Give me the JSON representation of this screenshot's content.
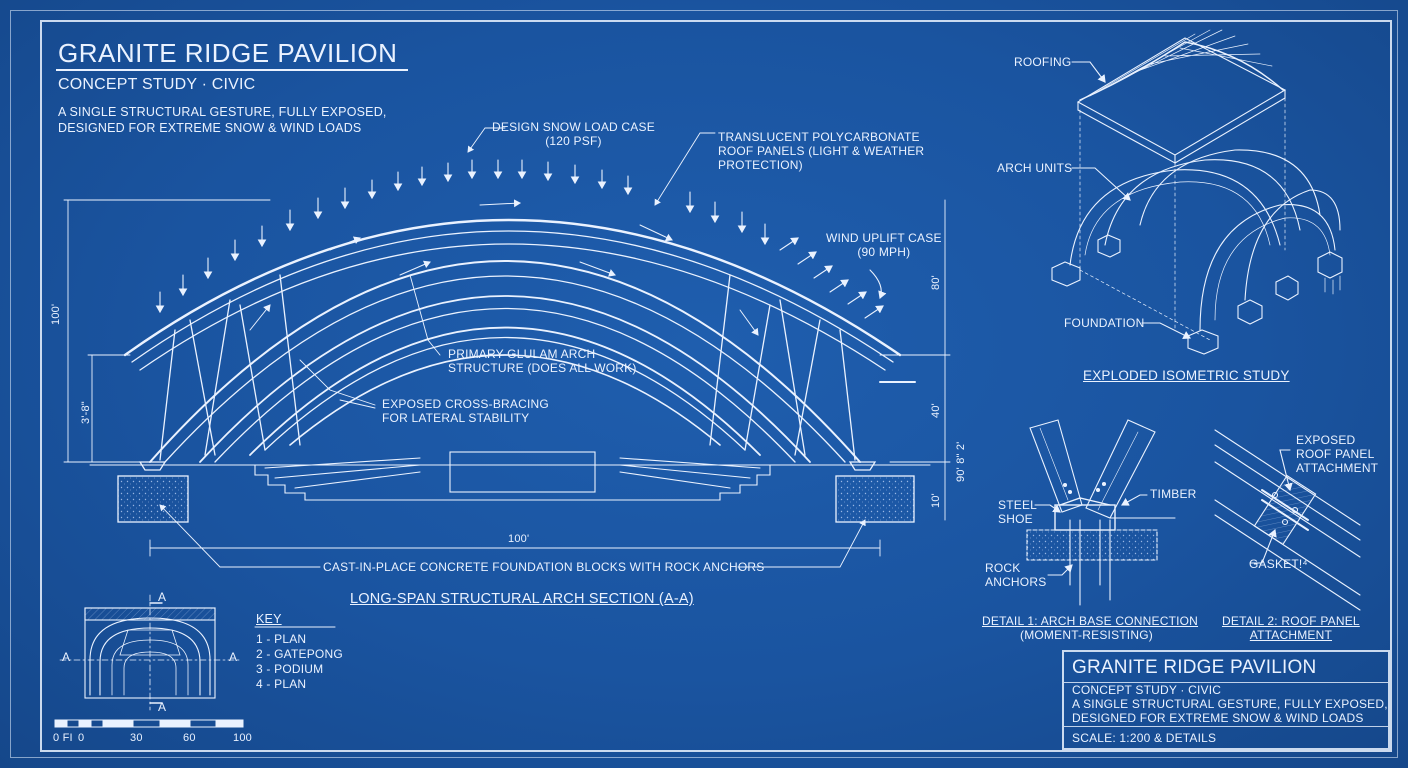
{
  "header": {
    "title": "GRANITE RIDGE PAVILION",
    "subtitle": "CONCEPT STUDY · CIVIC",
    "description": "A SINGLE STRUCTURAL GESTURE, FULLY EXPOSED,\nDESIGNED FOR EXTREME SNOW & WIND LOADS"
  },
  "section": {
    "title": "LONG-SPAN STRUCTURAL ARCH SECTION (A-A)",
    "annotations": {
      "snow_load": "DESIGN SNOW LOAD CASE\n(120 PSF)",
      "roof_panels": "TRANSLUCENT POLYCARBONATE\nROOF PANELS (LIGHT & WEATHER\nPROTECTION)",
      "wind": "WIND UPLIFT CASE\n(90 MPH)",
      "primary_arch": "PRIMARY GLULAM ARCH\nSTRUCTURE (DOES ALL WORK)",
      "bracing": "EXPOSED CROSS-BRACING\nFOR LATERAL STABILITY",
      "foundation": "CAST-IN-PLACE CONCRETE FOUNDATION BLOCKS WITH ROCK ANCHORS"
    },
    "dimensions": {
      "height_left": "100'",
      "base_left": "3'-8\"",
      "span": "100'",
      "right_80": "80'",
      "right_40": "40'",
      "right_90": "90' 8\" 2'",
      "right_10": "10'"
    }
  },
  "iso": {
    "title": "EXPLODED ISOMETRIC STUDY",
    "roofing": "ROOFING",
    "arch_units": "ARCH UNITS",
    "foundation": "FOUNDATION"
  },
  "detail1": {
    "title": "DETAIL 1: ARCH BASE CONNECTION",
    "subtitle": "(MOMENT-RESISTING)",
    "steel_shoe": "STEEL\nSHOE",
    "timber": "TIMBER",
    "rock_anchors": "ROCK\nANCHORS"
  },
  "detail2": {
    "title": "DETAIL 2: ROOF PANEL\nATTACHMENT",
    "exposed": "EXPOSED\nROOF PANEL\nATTACHMENT",
    "gasket": "GASKET!⁴"
  },
  "key": {
    "title": "KEY",
    "items": [
      "1 - PLAN",
      "2 - GATEPONG",
      "3 - PODIUM",
      "4 - PLAN"
    ],
    "section_marks": [
      "A",
      "A",
      "A",
      "A"
    ]
  },
  "scale_bar": {
    "labels": [
      "0 FI",
      "0",
      "30",
      "60",
      "100"
    ]
  },
  "title_block": {
    "title": "GRANITE RIDGE PAVILION",
    "subtitle": "CONCEPT STUDY · CIVIC",
    "description": "A SINGLE STRUCTURAL GESTURE, FULLY EXPOSED,\nDESIGNED FOR EXTREME SNOW & WIND LOADS",
    "scale": "SCALE: 1:200 & DETAILS"
  },
  "colors": {
    "background": "#1a54a0",
    "line": "#eaf2ff"
  }
}
